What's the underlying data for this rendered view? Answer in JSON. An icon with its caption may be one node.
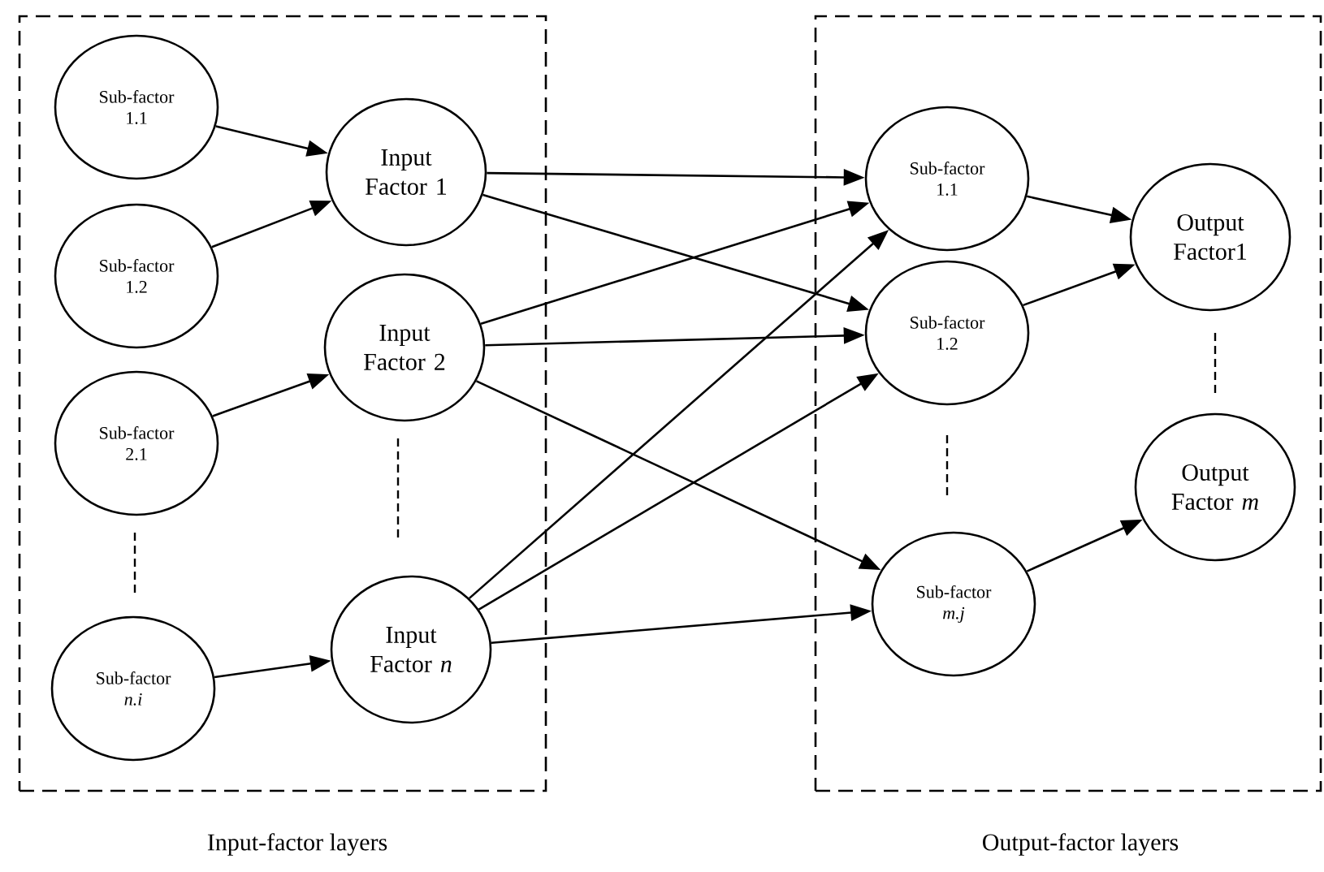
{
  "diagram": {
    "nodes": [
      {
        "text": [
          "Input-factor layers"
        ]
      },
      {
        "text": [
          "Sub-factor 1.1"
        ],
        "in": 0
      },
      {
        "text": [
          "Sub-factor 1.2"
        ],
        "in": 0
      },
      {
        "text": [
          "Sub-factor 2.1"
        ],
        "in": 0
      },
      {
        "text": [
          "Sub-factor *n.i*"
        ],
        "in": 0
      },
      {
        "text": [
          "Input Factor 1"
        ],
        "in": 0
      },
      {
        "text": [
          "Input Factor 2"
        ],
        "in": 0
      },
      {
        "text": [
          "Input Factor *n*"
        ],
        "in": 0
      },
      {
        "text": [
          "Output-factor layers"
        ]
      },
      {
        "text": [
          "Sub-factor 1.1"
        ],
        "in": 8
      },
      {
        "text": [
          "Sub-factor 1.2"
        ],
        "in": 8
      },
      {
        "text": [
          "Sub-factor *m.j*"
        ],
        "in": 8
      },
      {
        "text": [
          "Output Factor1"
        ],
        "in": 8
      },
      {
        "text": [
          "Output Factor *m*"
        ],
        "in": 8
      }
    ],
    "edges": [
      {
        "from": 1,
        "to": 5,
        "arrow": "to"
      },
      {
        "from": 2,
        "to": 5,
        "arrow": "to"
      },
      {
        "from": 3,
        "to": 6,
        "arrow": "to"
      },
      {
        "from": 4,
        "to": 7,
        "arrow": "to"
      },
      {
        "from": 5,
        "to": 9,
        "arrow": "to"
      },
      {
        "from": 5,
        "to": 10,
        "arrow": "to"
      },
      {
        "from": 6,
        "to": 9,
        "arrow": "to"
      },
      {
        "from": 6,
        "to": 10,
        "arrow": "to"
      },
      {
        "from": 6,
        "to": 11,
        "arrow": "to"
      },
      {
        "from": 7,
        "to": 9,
        "arrow": "to"
      },
      {
        "from": 7,
        "to": 10,
        "arrow": "to"
      },
      {
        "from": 7,
        "to": 11,
        "arrow": "to"
      },
      {
        "from": 9,
        "to": 12,
        "arrow": "to"
      },
      {
        "from": 10,
        "to": 12,
        "arrow": "to"
      },
      {
        "from": 11,
        "to": 13,
        "arrow": "to"
      }
    ]
  }
}
